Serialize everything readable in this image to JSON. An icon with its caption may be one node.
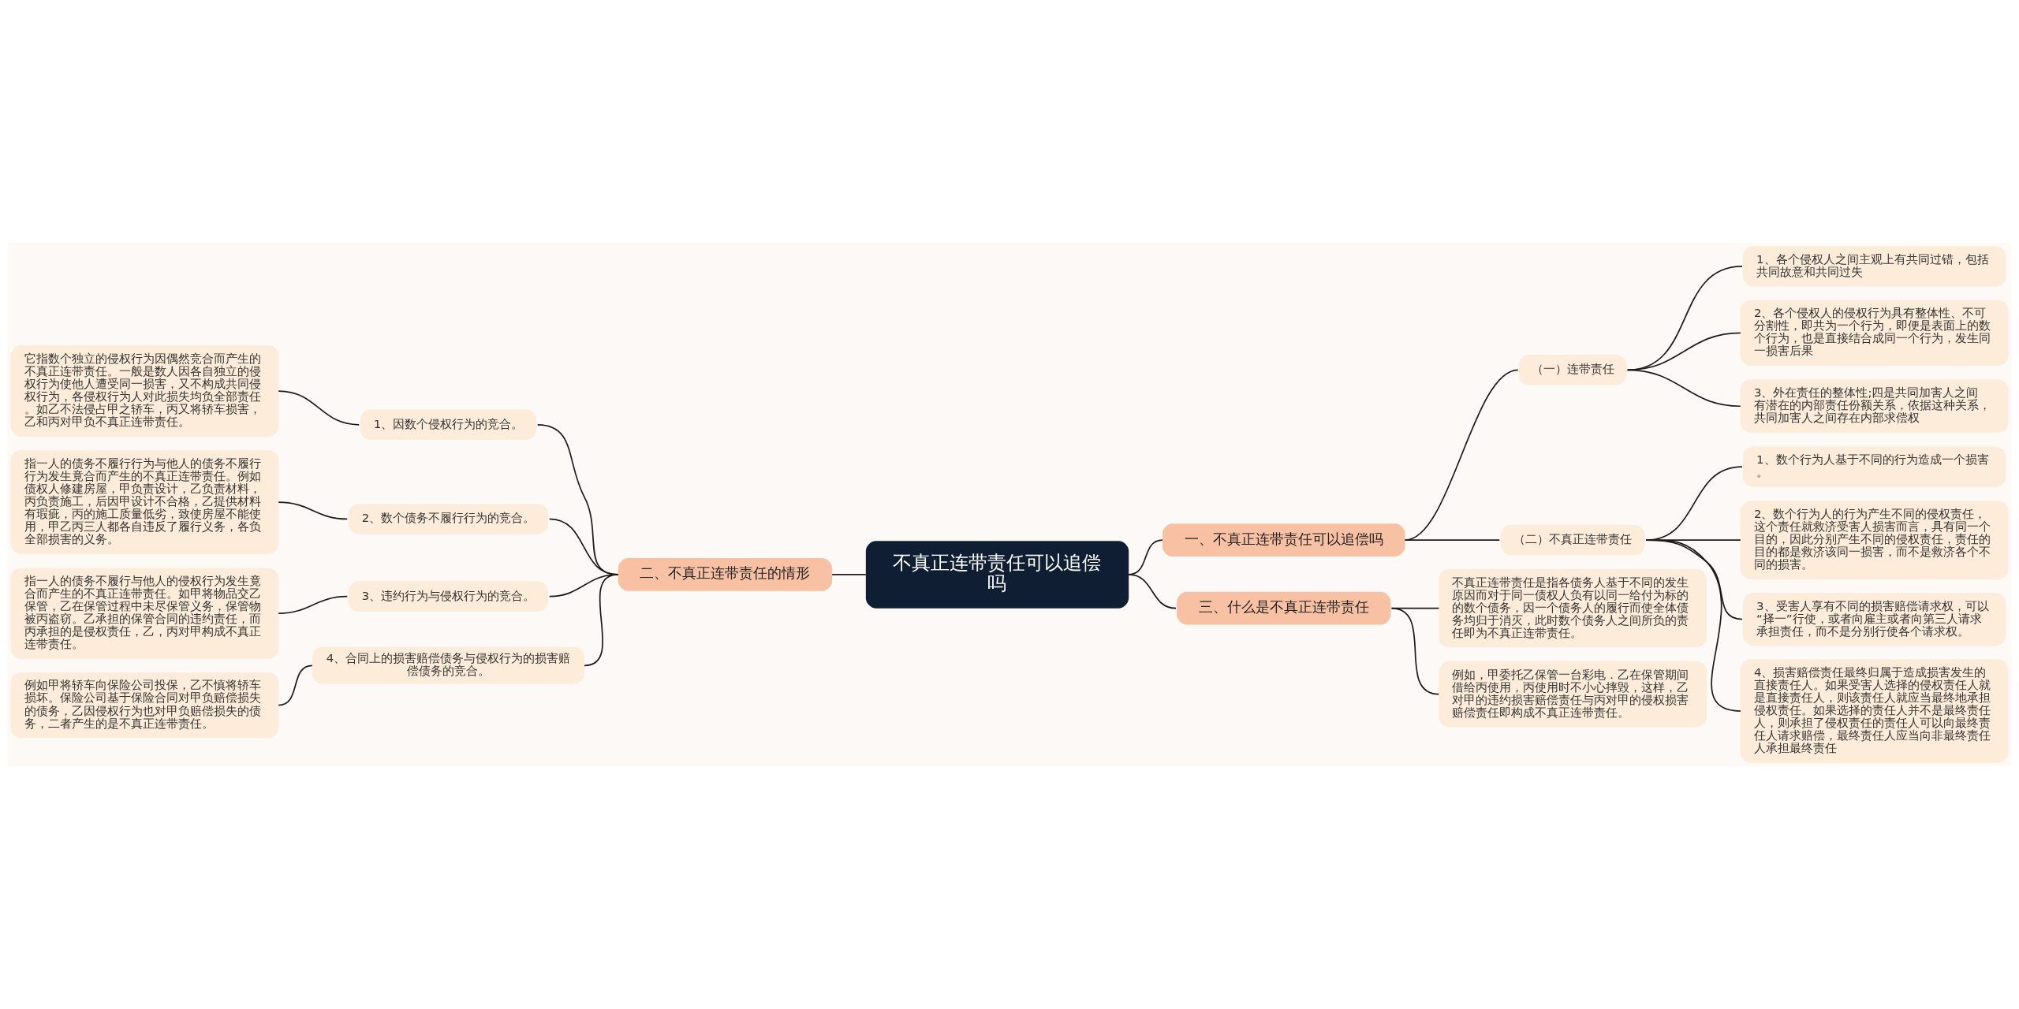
{
  "diagram": {
    "nodes": [
      {
        "text": [
          "不真正连带责任可以追偿吗"
        ]
      },
      {
        "text": [
          "一、不真正连带责任可以追偿吗"
        ]
      },
      {
        "text": [
          "（一）连带责任"
        ]
      },
      {
        "text": [
          "1、各个侵权人之间主观上有共同过错，包括共同故意和共同过失"
        ]
      },
      {
        "text": [
          "2、各个侵权人的侵权行为具有整体性、不可分割性，即共为一个行为，即便是表面上的数个行为，也是直接结合成同一个行为，发生同一损害后果"
        ]
      },
      {
        "text": [
          "3、外在责任的整体性;四是共同加害人之间有潜在的内部责任份额关系，依据这种关系，共同加害人之间存在内部求偿权"
        ]
      },
      {
        "text": [
          "（二）不真正连带责任"
        ]
      },
      {
        "text": [
          "1、数个行为人基于不同的行为造成一个损害。"
        ]
      },
      {
        "text": [
          "2、数个行为人的行为产生不同的侵权责任，这个责任就救济受害人损害而言，具有同一个目的，因此分别产生不同的侵权责任，责任的目的都是救济该同一损害，而不是救济各个不同的损害。"
        ]
      },
      {
        "text": [
          "3、受害人享有不同的损害赔偿请求权，可以“择一”行使，或者向雇主或者向第三人请求承担责任，而不是分别行使各个请求权。"
        ]
      },
      {
        "text": [
          "4、损害赔偿责任最终归属于造成损害发生的直接责任人。如果受害人选择的侵权责任人就是直接责任人，则该责任人就应当最终地承担侵权责任。如果选择的责任人并不是最终责任人，则承担了侵权责任的责任人可以向最终责任人请求赔偿，最终责任人应当向非最终责任人承担最终责任"
        ]
      },
      {
        "text": [
          "三、什么是不真正连带责任"
        ]
      },
      {
        "text": [
          "不真正连带责任是指各债务人基于不同的发生原因而对于同一债权人负有以同一给付为标的的数个债务，因一个债务人的履行而使全体债务均归于消灭，此时数个债务人之间所负的责任即为不真正连带责任。"
        ]
      },
      {
        "text": [
          "例如，甲委托乙保管一台彩电．乙在保管期间借给丙使用，丙使用时不小心摔毁，这样，乙对甲的违约损害赔偿责任与丙对甲的侵权损害赔偿责任即构成不真正连带责任。"
        ]
      },
      {
        "text": [
          "二、不真正连带责任的情形"
        ]
      },
      {
        "text": [
          "1、因数个侵权行为的竞合。"
        ]
      },
      {
        "text": [
          "它指数个独立的侵权行为因偶然竞合而产生的不真正连带责任。一般是数人因各自独立的侵权行为使他人遭受同一损害，又不构成共同侵权行为，各侵权行为人对此损失均负全部责任。如乙不法侵占甲之轿车，丙又将轿车损害，乙和丙对甲负不真正连带责任。"
        ]
      },
      {
        "text": [
          "2、数个债务不履行行为的竞合。"
        ]
      },
      {
        "text": [
          "指一人的债务不履行行为与他人的债务不履行行为发生竟合而产生的不真正连带责任。例如债权人修建房屋，甲负责设计，乙负责材料，丙负责施工，后因甲设计不合格，乙提供材料有瑕疵，丙的施工质量低劣，致使房屋不能使用，甲乙丙三人都各自违反了履行义务，各负全部损害的义务。"
        ]
      },
      {
        "text": [
          "3、违约行为与侵权行为的竞合。"
        ]
      },
      {
        "text": [
          "指一人的债务不履行与他人的侵权行为发生竟合而产生的不真正连带责任。如甲将物品交乙保管，乙在保管过程中未尽保管义务，保管物被丙盗窃。乙承担的保管合同的违约责任，而丙承担的是侵权责任，乙，丙对甲构成不真正连带责任。"
        ]
      },
      {
        "text": [
          "4、合同上的损害赔偿债务与侵权行为的损害赔偿债务的竞合。"
        ]
      },
      {
        "text": [
          "例如甲将轿车向保险公司投保，乙不慎将轿车损坏。保险公司基于保险合同对甲负赔偿损失的债务，乙因侵权行为也对甲负赔偿损失的债务，二者产生的是不真正连带责任。"
        ]
      }
    ],
    "edges": [
      {
        "from": 0,
        "to": 1,
        "arrow": "none"
      },
      {
        "from": 1,
        "to": 2,
        "arrow": "none"
      },
      {
        "from": 2,
        "to": 3,
        "arrow": "none"
      },
      {
        "from": 2,
        "to": 4,
        "arrow": "none"
      },
      {
        "from": 2,
        "to": 5,
        "arrow": "none"
      },
      {
        "from": 1,
        "to": 6,
        "arrow": "none"
      },
      {
        "from": 6,
        "to": 7,
        "arrow": "none"
      },
      {
        "from": 6,
        "to": 8,
        "arrow": "none"
      },
      {
        "from": 6,
        "to": 9,
        "arrow": "none"
      },
      {
        "from": 6,
        "to": 10,
        "arrow": "none"
      },
      {
        "from": 0,
        "to": 11,
        "arrow": "none"
      },
      {
        "from": 11,
        "to": 12,
        "arrow": "none"
      },
      {
        "from": 11,
        "to": 13,
        "arrow": "none"
      },
      {
        "from": 0,
        "to": 14,
        "arrow": "none"
      },
      {
        "from": 14,
        "to": 15,
        "arrow": "none"
      },
      {
        "from": 15,
        "to": 16,
        "arrow": "none"
      },
      {
        "from": 14,
        "to": 17,
        "arrow": "none"
      },
      {
        "from": 17,
        "to": 18,
        "arrow": "none"
      },
      {
        "from": 14,
        "to": 19,
        "arrow": "none"
      },
      {
        "from": 19,
        "to": 20,
        "arrow": "none"
      },
      {
        "from": 14,
        "to": 21,
        "arrow": "none"
      },
      {
        "from": 21,
        "to": 22,
        "arrow": "none"
      }
    ]
  }
}
